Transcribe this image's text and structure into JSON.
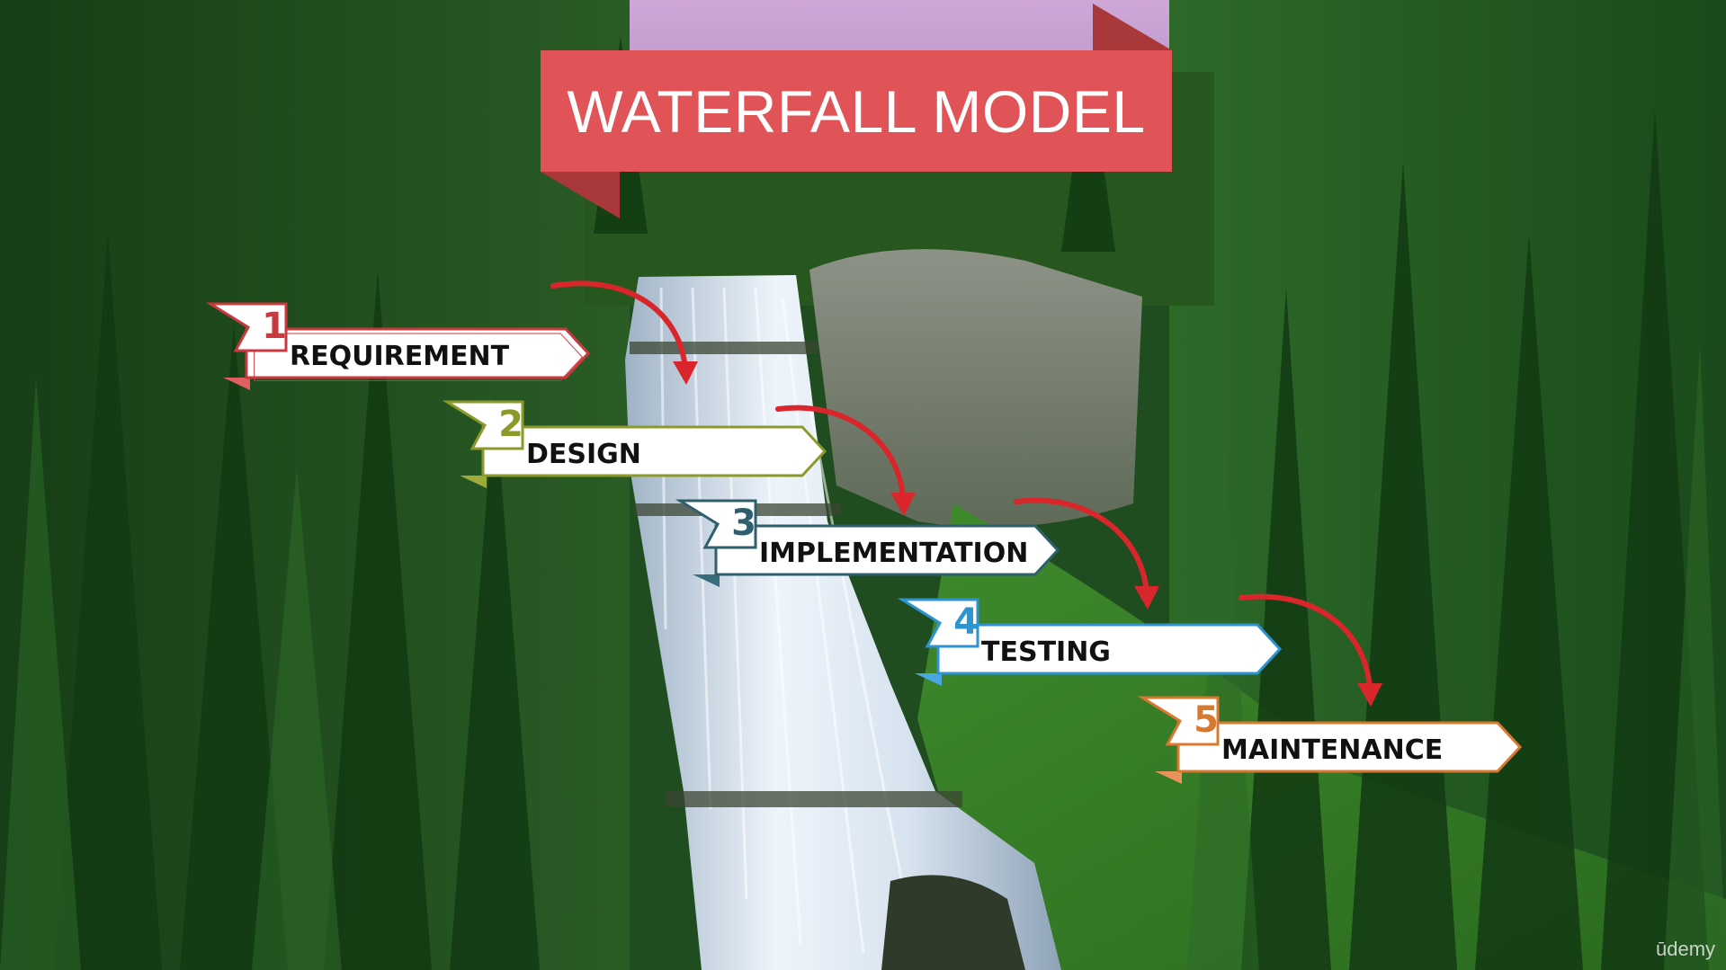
{
  "title": "WATERFALL MODEL",
  "watermark": "ūdemy",
  "colors": {
    "title_banner": "#e05357",
    "title_fold": "#a9383b",
    "arrow": "#d8262a"
  },
  "steps": [
    {
      "number": "1",
      "label": "REQUIREMENT",
      "color": "#c9393d",
      "fold": "#df5f62"
    },
    {
      "number": "2",
      "label": "DESIGN",
      "color": "#8c9a2c",
      "fold": "#9dab3a"
    },
    {
      "number": "3",
      "label": "IMPLEMENTATION",
      "color": "#2f5f6c",
      "fold": "#396d7b"
    },
    {
      "number": "4",
      "label": "TESTING",
      "color": "#2e93d1",
      "fold": "#4aa7df"
    },
    {
      "number": "5",
      "label": "MAINTENANCE",
      "color": "#d9782f",
      "fold": "#ea925b"
    }
  ]
}
